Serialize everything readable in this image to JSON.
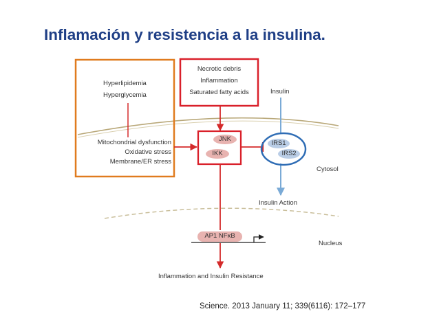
{
  "title": "Inflamación y resistencia a la insulina.",
  "colors": {
    "title": "#1f3f86",
    "orange_box": "#e07b1e",
    "red_box": "#d9202a",
    "blue_circle": "#2f6db5",
    "red_path": "#d42a2a",
    "blue_path": "#7aaad6",
    "membrane": "#b9a879",
    "nucleus_membrane": "#c9be9a",
    "pill_red": "#e8b3b0",
    "pill_blue": "#b9cde6"
  },
  "diagram": {
    "stress_box": {
      "hyperlipidemia": "Hyperlipidemia",
      "hyperglycemia": "Hyperglycemia",
      "mito": "Mitochondrial dysfunction",
      "oxidative": "Oxidative stress",
      "membrane_er": "Membrane/ER stress"
    },
    "inflam_box": {
      "necrotic": "Necrotic debris",
      "inflammation": "Inflammation",
      "sfa": "Saturated fatty acids"
    },
    "kinases": {
      "jnk": "JNK",
      "ikk": "IKK"
    },
    "irs": {
      "irs1": "IRS1",
      "irs2": "IRS2"
    },
    "labels": {
      "insulin": "Insulin",
      "cytosol": "Cytosol",
      "insulin_action": "Insulin Action",
      "nucleus": "Nucleus",
      "transcription": "AP1  NFκB",
      "outcome": "Inflammation and Insulin Resistance"
    }
  },
  "citation": "Science. 2013 January 11; 339(6116): 172–177"
}
